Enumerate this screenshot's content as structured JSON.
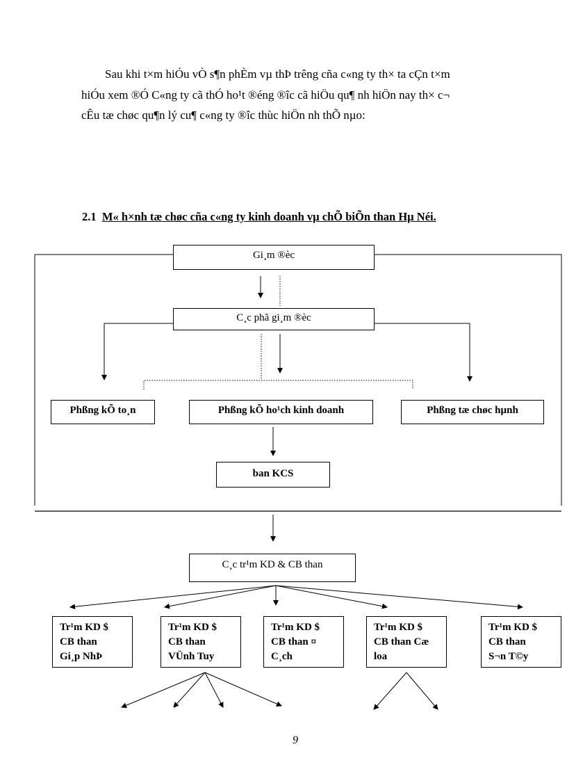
{
  "paragraph": {
    "lines": [
      "        Sau khi t×m hiÓu vÒ s¶n phÈm vµ thÞ tr­êng  cña c«ng ty th× ta cÇn t×m",
      "hiÓu xem ®Ó  C«ng ty cã thÓ ho¹t ®éng ®­îc  cã hiÖu qu¶ nh­ hiÖn nay th× c¬",
      "cÊu tæ chøc qu¶n lý cu¶ c«ng ty ®­îc  thùc hiÖn nh­ thÕ nµo:"
    ]
  },
  "section": {
    "number": "2.1",
    "title": "M« h×nh tæ chøc cña c«ng ty kinh doanh vµ chÕ biÕn than Hµ Néi."
  },
  "chart": {
    "director": "Gi¸m ®èc",
    "deputy": "C¸c phã gi¸m ®èc",
    "departments": [
      "Phßng kÕ to¸n",
      "Phßng kÕ ho¹ch kinh doanh",
      "Phßng tæ chøc hµnh"
    ],
    "kcs": "ban KCS",
    "stations_header": "C¸c tr¹m KD & CB than",
    "stations": [
      [
        "Tr¹m KD $",
        "CB than",
        "Gi¸p NhÞ"
      ],
      [
        "Tr¹m KD $",
        "CB than",
        "VÜnh  Tuy"
      ],
      [
        "Tr¹m KD $",
        "CB than ¤",
        "C¸ch"
      ],
      [
        "Tr¹m KD $",
        "CB than Cæ",
        "loa"
      ],
      [
        "Tr¹m KD $",
        "CB than",
        "S¬n T©y"
      ]
    ]
  },
  "page_number": "9"
}
